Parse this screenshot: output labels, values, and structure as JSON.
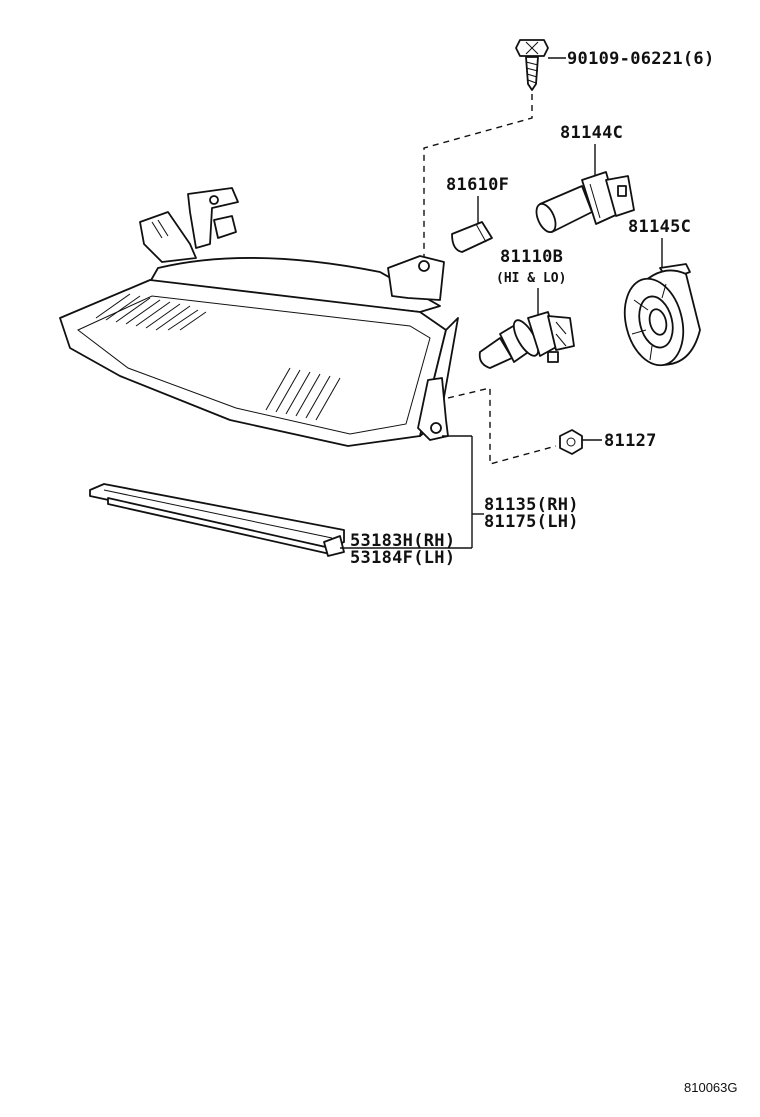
{
  "labels": {
    "screw": "90109-06221(6)",
    "socket": "81144C",
    "bulb_small": "81610F",
    "bulb_main": "81110B",
    "bulb_main_note": "(HI & LO)",
    "cover": "81145C",
    "nut": "81127",
    "unit_rh": "81135(RH)",
    "unit_lh": "81175(LH)",
    "strip_rh": "53183H(RH)",
    "strip_lh": "53184F(LH)"
  },
  "diagram_code": "810063G"
}
